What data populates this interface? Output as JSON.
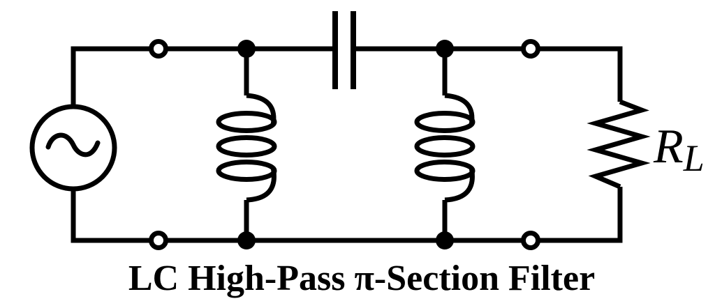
{
  "title": "LC High-Pass π-Section Filter",
  "load_resistor": {
    "label": "R",
    "subscript": "L"
  },
  "colors": {
    "line": "#000000",
    "background": "#ffffff"
  },
  "components": {
    "ac_source": "ac-sine-voltage-source",
    "series_capacitor": "capacitor",
    "left_shunt_inductor": "inductor-coil",
    "right_shunt_inductor": "inductor-coil",
    "load_resistor": "resistor-zigzag",
    "input_terminals": "open-circle-terminals",
    "output_terminals": "open-circle-terminals",
    "junctions": "filled-node-dots"
  }
}
